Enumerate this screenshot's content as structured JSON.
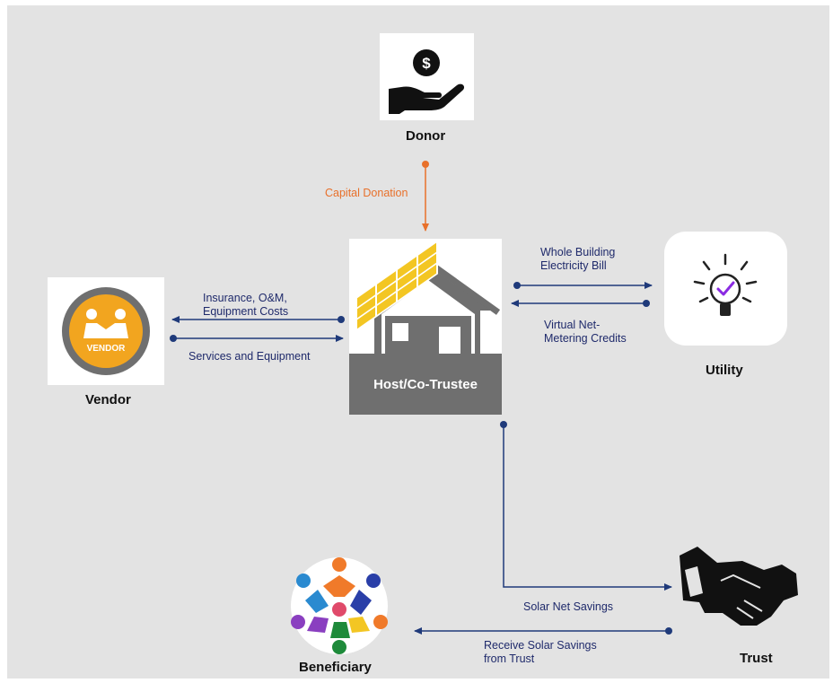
{
  "nodes": {
    "donor": {
      "label": "Donor",
      "icon": "hand-dollar-icon"
    },
    "host": {
      "label": "Host/Co-Trustee",
      "icon": "solar-house-icon"
    },
    "vendor": {
      "label": "Vendor",
      "badge": "VENDOR",
      "icon": "vendor-handshake-icon"
    },
    "utility": {
      "label": "Utility",
      "icon": "lightbulb-icon"
    },
    "trust": {
      "label": "Trust",
      "icon": "handshake-icon"
    },
    "beneficiary": {
      "label": "Beneficiary",
      "icon": "people-circle-icon"
    }
  },
  "flows": {
    "capital_donation": "Capital Donation",
    "insurance_line1": "Insurance, O&M,",
    "insurance_line2": "Equipment Costs",
    "services_equipment": "Services and Equipment",
    "electricity_line1": "Whole Building",
    "electricity_line2": "Electricity Bill",
    "credits_line1": "Virtual Net-",
    "credits_line2": "Metering Credits",
    "solar_net_savings": "Solar Net Savings",
    "receive_line1": "Receive Solar Savings",
    "receive_line2": "from Trust"
  },
  "colors": {
    "arrow_navy": "#1f3a7a",
    "arrow_orange": "#e8702a",
    "solar_yellow": "#f3c623",
    "house_gray": "#6f6f6f",
    "vendor_orange": "#f2a51f"
  }
}
